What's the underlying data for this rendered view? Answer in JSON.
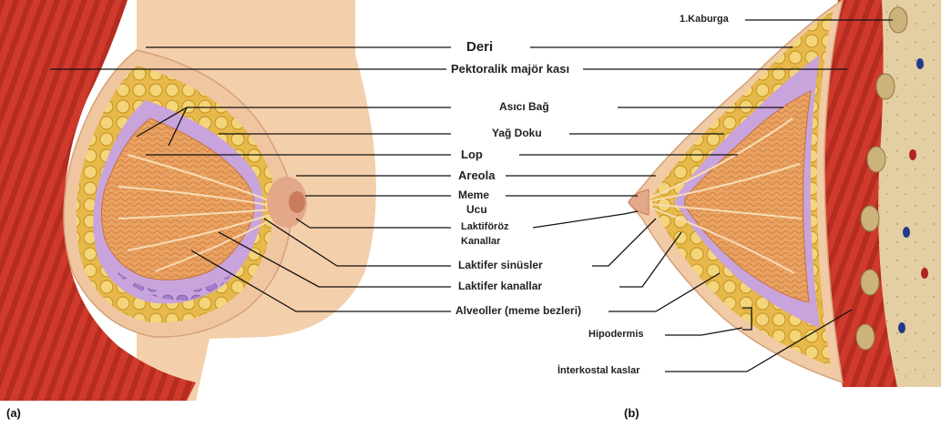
{
  "labels": {
    "deri": "Deri",
    "pektoralik": "Pektoralik majör kası",
    "asici_bag": "Asıcı Bağ",
    "yag_doku": "Yağ Doku",
    "lop": "Lop",
    "areola": "Areola",
    "meme_ucu_1": "Meme",
    "meme_ucu_2": "Ucu",
    "laktiforoz_1": "Laktiföröz",
    "laktiforoz_2": "Kanallar",
    "laktifer_sinusler": "Laktifer sinüsler",
    "laktifer_kanallar": "Laktifer kanallar",
    "alveoller": "Alveoller (meme bezleri)",
    "kaburga": "1.Kaburga",
    "hipodermis": "Hipodermis",
    "interkostal": "İnterkostal kaslar"
  },
  "panels": {
    "a": "(a)",
    "b": "(b)"
  },
  "colors": {
    "muscle": "#d0392b",
    "muscle_dark": "#9e2418",
    "skin": "#f3cba4",
    "fat": "#f0c75a",
    "fat_dark": "#c99a2a",
    "lobe": "#e9a060",
    "lobe_light": "#f4c591",
    "alveoli": "#b48fd0",
    "bone": "#e9d9b4",
    "leader": "#111111"
  }
}
